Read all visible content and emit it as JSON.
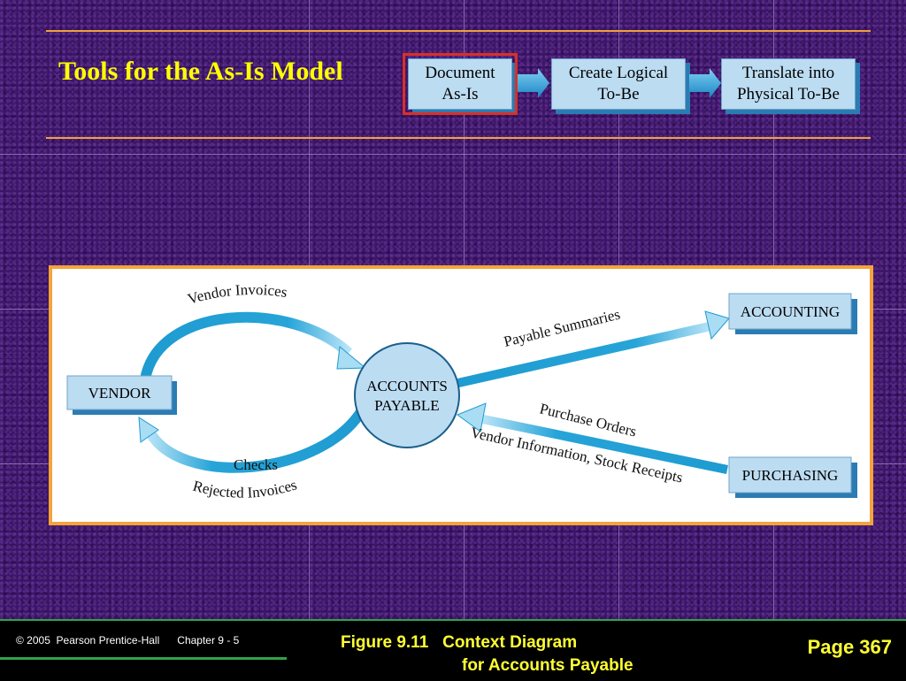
{
  "slide": {
    "title": "Tools for the As-Is Model",
    "process_steps": [
      {
        "line1": "Document",
        "line2": "As-Is",
        "active": true
      },
      {
        "line1": "Create Logical",
        "line2": "To-Be",
        "active": false
      },
      {
        "line1": "Translate into",
        "line2": "Physical To-Be",
        "active": false
      }
    ]
  },
  "diagram": {
    "entities": {
      "vendor": "VENDOR",
      "accounting": "ACCOUNTING",
      "purchasing": "PURCHASING"
    },
    "process": {
      "line1": "ACCOUNTS",
      "line2": "PAYABLE"
    },
    "flows": {
      "vendor_invoices": "Vendor  Invoices",
      "checks": "Checks",
      "rejected_invoices": "Rejected  Invoices",
      "payable_summaries": "Payable Summaries",
      "purchase_orders": "Purchase Orders",
      "vendor_information": "Vendor Information, Stock Receipts"
    }
  },
  "footer": {
    "copyright": "© 2005  Pearson Prentice-Hall",
    "chapter": "Chapter 9 - 5",
    "caption_line1": "Figure 9.11   Context Diagram",
    "caption_line2": "for Accounts Payable",
    "page": "Page 367"
  },
  "colors": {
    "title": "#ffff00",
    "rule": "#f2a03c",
    "box_fill": "#bcdcf2",
    "box_shadow": "#2b7cb3",
    "flow_arrow": "#1e9bd0",
    "active_outline": "#d93025"
  }
}
